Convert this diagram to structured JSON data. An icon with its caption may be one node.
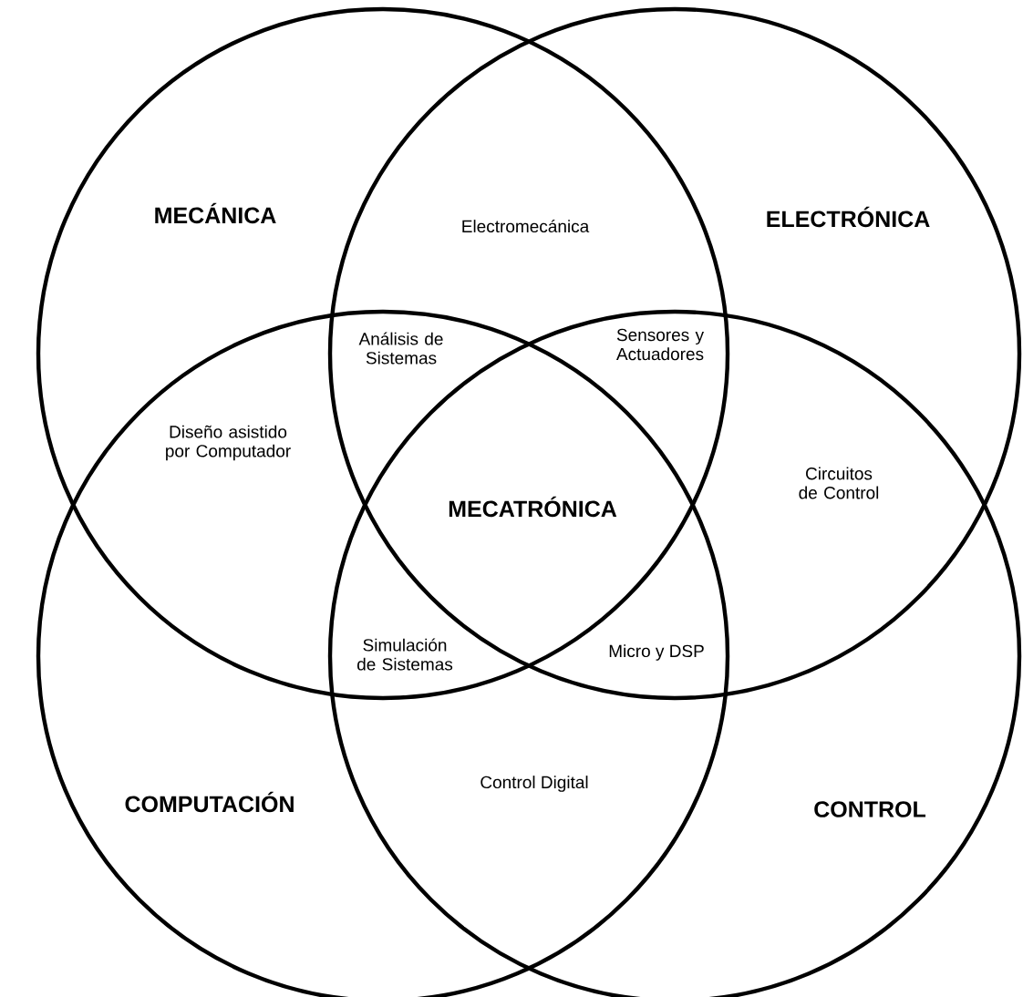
{
  "diagram": {
    "nodes": [
      {
        "text": [
          "MECÁNICA"
        ]
      },
      {
        "text": [
          "ELECTRÓNICA"
        ]
      },
      {
        "text": [
          "COMPUTACIÓN"
        ]
      },
      {
        "text": [
          "CONTROL"
        ]
      }
    ],
    "labels": [
      "Electromecánica",
      "Análisis de Sistemas",
      "Sensores y Actuadores",
      "Diseño asistido por Computador",
      "MECATRÓNICA",
      "Circuitos de Control",
      "Simulación de Sistemas",
      "Micro y DSP",
      "Control Digital"
    ]
  }
}
